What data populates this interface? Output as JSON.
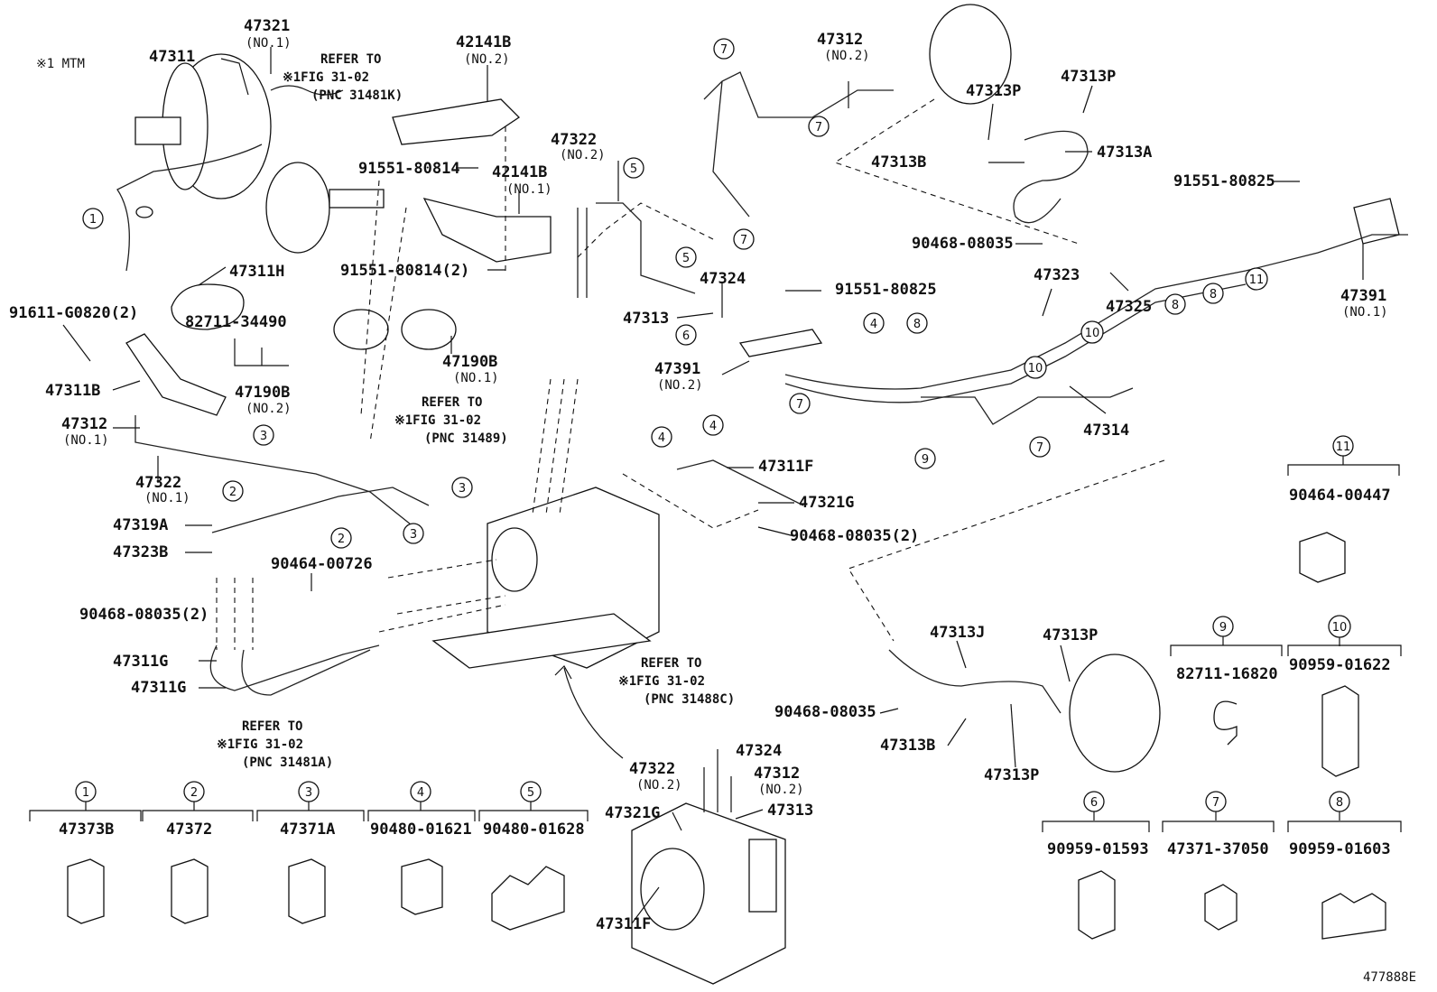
{
  "footnote": "※1 MTM",
  "figure_id": "477888E",
  "labels": [
    {
      "code": "47321",
      "sub": "(NO.1)"
    },
    {
      "code": "47311",
      "sub": ""
    },
    {
      "code": "42141B",
      "sub": "(NO.2)"
    },
    {
      "code": "42141B",
      "sub": "(NO.1)"
    },
    {
      "code": "91551-80814",
      "sub": ""
    },
    {
      "code": "91551-80814(2)",
      "sub": ""
    },
    {
      "code": "47322",
      "sub": "(NO.2)"
    },
    {
      "code": "47312",
      "sub": "(NO.2)"
    },
    {
      "code": "47313P",
      "sub": ""
    },
    {
      "code": "47313P",
      "sub": ""
    },
    {
      "code": "47313B",
      "sub": ""
    },
    {
      "code": "47313A",
      "sub": ""
    },
    {
      "code": "91551-80825",
      "sub": ""
    },
    {
      "code": "90468-08035",
      "sub": ""
    },
    {
      "code": "47311H",
      "sub": ""
    },
    {
      "code": "82711-34490",
      "sub": ""
    },
    {
      "code": "47190B",
      "sub": "(NO.2)"
    },
    {
      "code": "47190B",
      "sub": "(NO.1)"
    },
    {
      "code": "91611-G0820(2)",
      "sub": ""
    },
    {
      "code": "47311B",
      "sub": ""
    },
    {
      "code": "47312",
      "sub": "(NO.1)"
    },
    {
      "code": "47322",
      "sub": "(NO.1)"
    },
    {
      "code": "47324",
      "sub": ""
    },
    {
      "code": "47313",
      "sub": ""
    },
    {
      "code": "91551-80825",
      "sub": ""
    },
    {
      "code": "47391",
      "sub": "(NO.2)"
    },
    {
      "code": "47323",
      "sub": ""
    },
    {
      "code": "47325",
      "sub": ""
    },
    {
      "code": "47391",
      "sub": "(NO.1)"
    },
    {
      "code": "47314",
      "sub": ""
    },
    {
      "code": "47311F",
      "sub": ""
    },
    {
      "code": "47321G",
      "sub": ""
    },
    {
      "code": "90468-08035(2)",
      "sub": ""
    },
    {
      "code": "47319A",
      "sub": ""
    },
    {
      "code": "47323B",
      "sub": ""
    },
    {
      "code": "90464-00726",
      "sub": ""
    },
    {
      "code": "90468-08035(2)",
      "sub": ""
    },
    {
      "code": "47311G",
      "sub": ""
    },
    {
      "code": "47311G",
      "sub": ""
    },
    {
      "code": "47313J",
      "sub": ""
    },
    {
      "code": "47313P",
      "sub": ""
    },
    {
      "code": "90468-08035",
      "sub": ""
    },
    {
      "code": "47313B",
      "sub": ""
    },
    {
      "code": "47313P",
      "sub": ""
    },
    {
      "code": "47322",
      "sub": "(NO.2)"
    },
    {
      "code": "47324",
      "sub": ""
    },
    {
      "code": "47312",
      "sub": "(NO.2)"
    },
    {
      "code": "47321G",
      "sub": ""
    },
    {
      "code": "47313",
      "sub": ""
    },
    {
      "code": "47311F",
      "sub": ""
    }
  ],
  "references": [
    {
      "line1": "REFER TO",
      "line2": "※1FIG 31-02",
      "line3": "(PNC 31481K)"
    },
    {
      "line1": "REFER TO",
      "line2": "※1FIG 31-02",
      "line3": "(PNC 31489)"
    },
    {
      "line1": "REFER TO",
      "line2": "※1FIG 31-02",
      "line3": "(PNC 31488C)"
    },
    {
      "line1": "REFER TO",
      "line2": "※1FIG 31-02",
      "line3": "(PNC 31481A)"
    }
  ],
  "legend": [
    {
      "num": "1",
      "part": "47373B"
    },
    {
      "num": "2",
      "part": "47372"
    },
    {
      "num": "3",
      "part": "47371A"
    },
    {
      "num": "4",
      "part": "90480-01621"
    },
    {
      "num": "5",
      "part": "90480-01628"
    },
    {
      "num": "6",
      "part": "90959-01593"
    },
    {
      "num": "7",
      "part": "47371-37050"
    },
    {
      "num": "8",
      "part": "90959-01603"
    },
    {
      "num": "9",
      "part": "82711-16820"
    },
    {
      "num": "10",
      "part": "90959-01622"
    },
    {
      "num": "11",
      "part": "90464-00447"
    }
  ],
  "callouts": [
    "1",
    "1",
    "2",
    "2",
    "3",
    "3",
    "3",
    "4",
    "4",
    "4",
    "5",
    "5",
    "6",
    "7",
    "7",
    "7",
    "7",
    "7",
    "8",
    "8",
    "8",
    "9",
    "10",
    "10",
    "11"
  ]
}
